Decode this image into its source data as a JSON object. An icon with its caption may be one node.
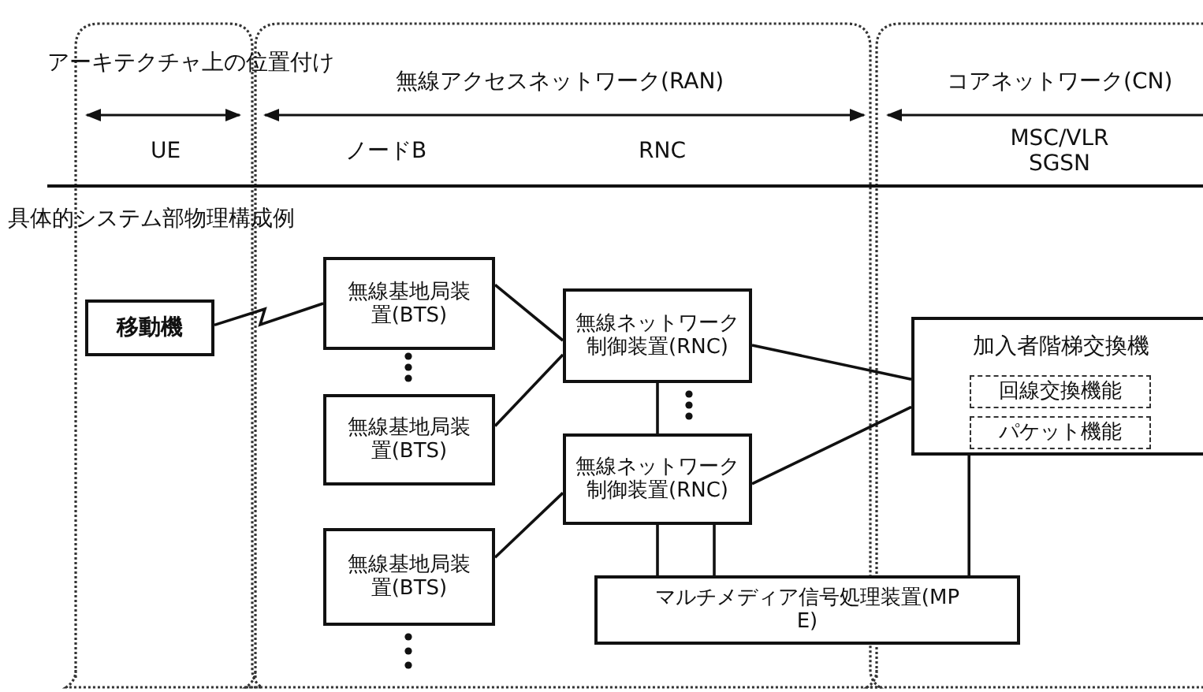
{
  "diagram": {
    "nodes": [
      {
        "text": [
          "移動機"
        ]
      },
      {
        "text": [
          "無線基地局装置(BTS)"
        ]
      },
      {
        "text": [
          "無線基地局装置(BTS)"
        ]
      },
      {
        "text": [
          "無線基地局装置(BTS)"
        ]
      },
      {
        "text": [
          "無線ネットワーク制御装置(RNC)"
        ]
      },
      {
        "text": [
          "無線ネットワーク制御装置(RNC)"
        ]
      },
      {
        "text": [
          "加入者階梯交換機"
        ]
      },
      {
        "text": [
          "回線交換機能"
        ],
        "in": 6
      },
      {
        "text": [
          "パケット機能"
        ],
        "in": 6
      },
      {
        "text": [
          "マルチメディア信号処理装置(MPE)"
        ]
      }
    ],
    "edges": [
      {
        "from": 0,
        "to": 1,
        "arrow": "none"
      },
      {
        "from": 1,
        "to": 4,
        "arrow": "none"
      },
      {
        "from": 2,
        "to": 4,
        "arrow": "none"
      },
      {
        "from": 3,
        "to": 5,
        "arrow": "none"
      },
      {
        "from": 4,
        "to": 5,
        "arrow": "none"
      },
      {
        "from": 4,
        "to": 6,
        "arrow": "none"
      },
      {
        "from": 5,
        "to": 6,
        "arrow": "none"
      },
      {
        "from": 5,
        "to": 9,
        "arrow": "none"
      },
      {
        "from": 5,
        "to": 9,
        "arrow": "none"
      },
      {
        "from": 6,
        "to": 9,
        "arrow": "none"
      }
    ],
    "labels": [
      "アーキテクチャ上の位置付け",
      "無線アクセスネットワーク(RAN)",
      "コアネットワーク(CN)",
      "UE",
      "ノードB",
      "RNC",
      "MSC/VLR SGSN",
      "具体的システム部物理構成例"
    ]
  }
}
